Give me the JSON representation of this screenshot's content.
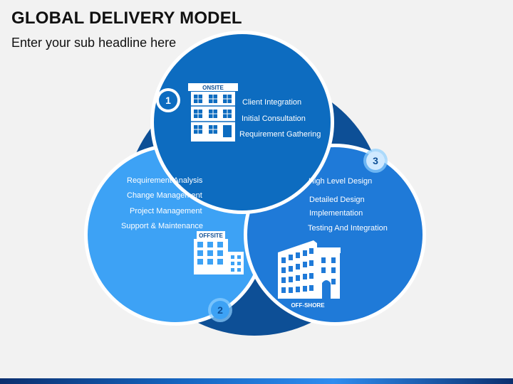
{
  "title": "GLOBAL DELIVERY MODEL",
  "subtitle": "Enter your sub headline here",
  "colors": {
    "dark_blue": "#0d4f96",
    "mid_blue": "#1f7ad8",
    "light_blue": "#3da2f5",
    "ring_white": "#ffffff"
  },
  "segments": {
    "onsite": {
      "number": "1",
      "tag": "ONSITE",
      "icon": "office-building-icon",
      "items": [
        "Client Integration",
        "Initial Consultation",
        "Requirement Gathering"
      ]
    },
    "offsite": {
      "number": "2",
      "tag": "OFFSITE",
      "icon": "office-building-icon",
      "items": [
        "Requirement Analysis",
        "Change Management",
        "Project Management",
        "Support & Maintenance"
      ]
    },
    "offshore": {
      "number": "3",
      "tag": "OFF-SHORE",
      "icon": "skyscraper-icon",
      "items": [
        "High Level Design",
        "Detailed Design",
        "Implementation",
        "Testing And Integration"
      ]
    }
  }
}
